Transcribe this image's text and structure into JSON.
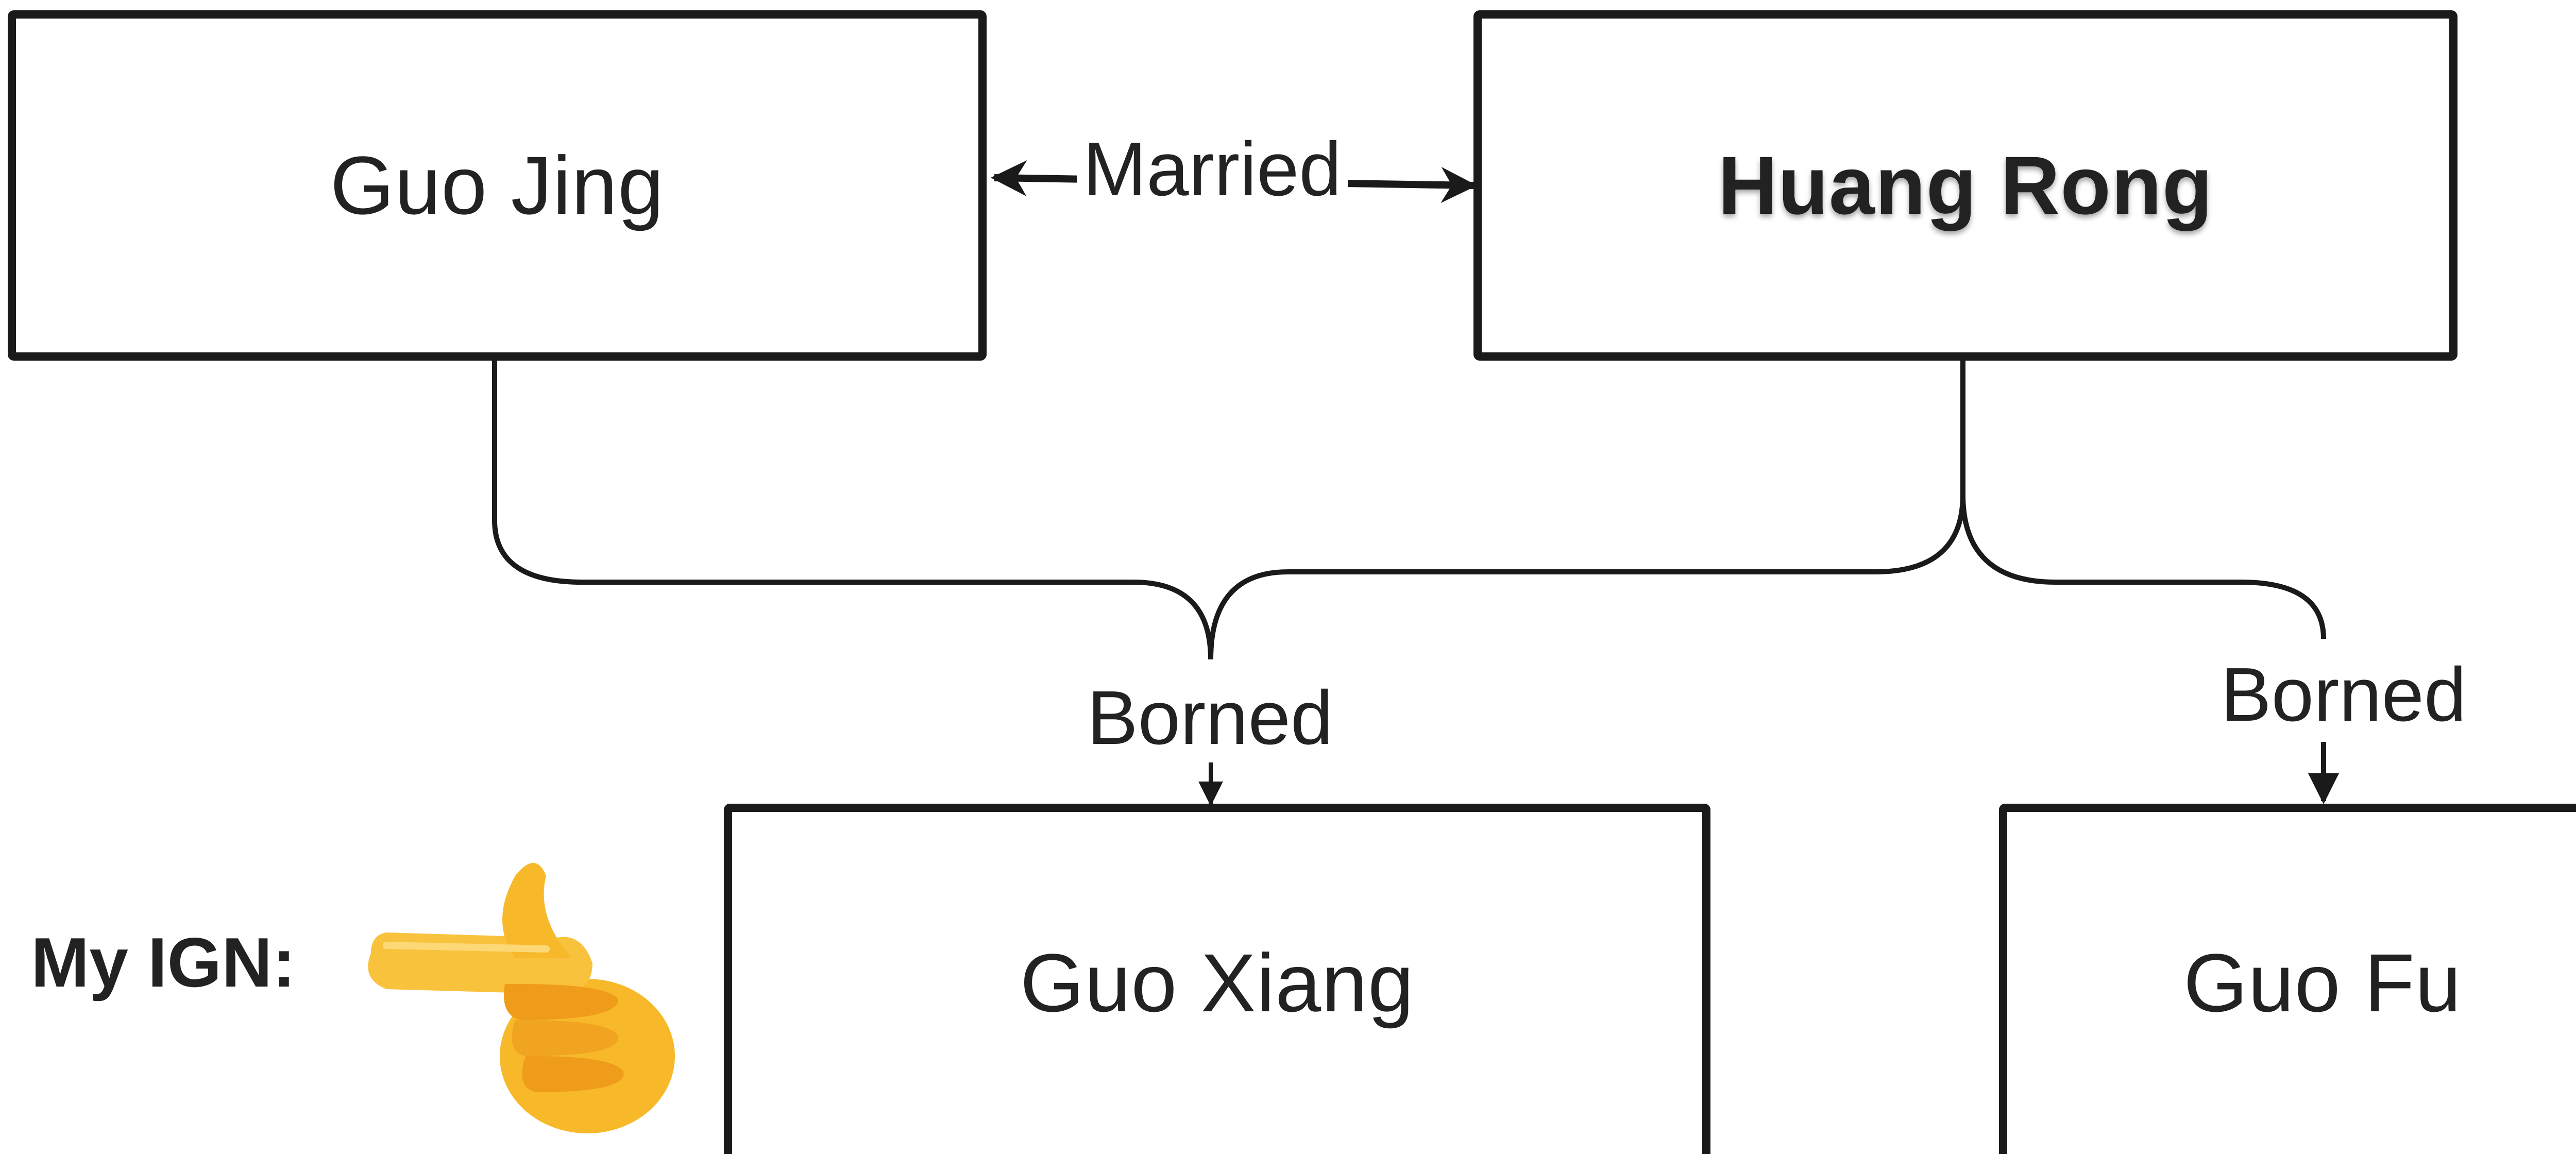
{
  "nodes": {
    "guo_jing": "Guo Jing",
    "huang_rong": "Huang Rong",
    "guo_xiang": "Guo Xiang",
    "guo_fu": "Guo Fu"
  },
  "edges": {
    "married": "Married",
    "borned_guo_xiang": "Borned",
    "borned_guo_fu": "Borned"
  },
  "annotation": {
    "label": "My IGN:",
    "icon": "pointing-hand-icon"
  },
  "colors": {
    "stroke": "#1a1a1a",
    "hand": "#f7b92a"
  }
}
